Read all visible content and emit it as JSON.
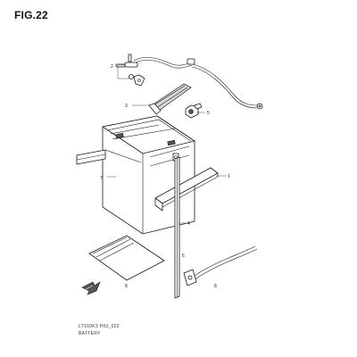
{
  "figure": {
    "title": "FIG.22"
  },
  "callouts": [
    "1",
    "2",
    "3",
    "4",
    "5",
    "6",
    "7",
    "8"
  ],
  "footer": {
    "code": "LT160K3 P03_022",
    "caption": "BATTERY"
  }
}
